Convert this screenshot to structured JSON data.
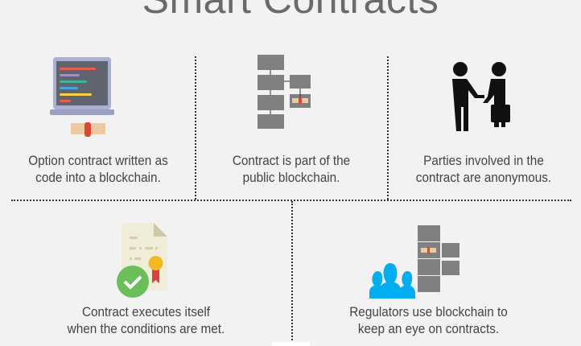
{
  "title": "Smart Contracts",
  "items": [
    {
      "icon": "laptop-code-icon",
      "caption_line1": "Option contract written as",
      "caption_line2": "code into a blockchain."
    },
    {
      "icon": "blockchain-icon",
      "caption_line1": "Contract is part of the",
      "caption_line2": "public blockchain."
    },
    {
      "icon": "handshake-icon",
      "caption_line1": "Parties involved in the",
      "caption_line2": "contract are anonymous."
    },
    {
      "icon": "certificate-check-icon",
      "caption_line1": "Contract executes itself",
      "caption_line2": "when the conditions are met."
    },
    {
      "icon": "regulators-blockchain-icon",
      "caption_line1": "Regulators use blockchain to",
      "caption_line2": "keep an eye on contracts."
    }
  ],
  "colors": {
    "background": "#f2f2f2",
    "block": "#808083",
    "check": "#6bbf59",
    "people": "#00aeef"
  }
}
